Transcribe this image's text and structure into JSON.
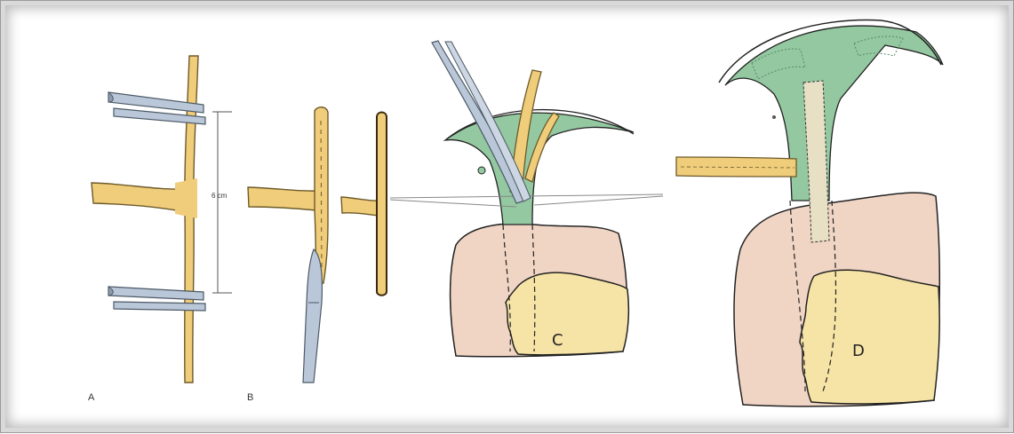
{
  "figure": {
    "panels": [
      {
        "label": "A",
        "measurement": "6 cm"
      },
      {
        "label": "B"
      },
      {
        "label": "C"
      },
      {
        "label": "D"
      }
    ]
  },
  "colors": {
    "vessel": "#efcd7a",
    "vessel_outline": "#6e5a2a",
    "green_tissue": "#93c8a0",
    "pink_tissue": "#f0d4c4",
    "yellow_tissue": "#f6e3a6",
    "instrument": "#b9c7d8"
  }
}
